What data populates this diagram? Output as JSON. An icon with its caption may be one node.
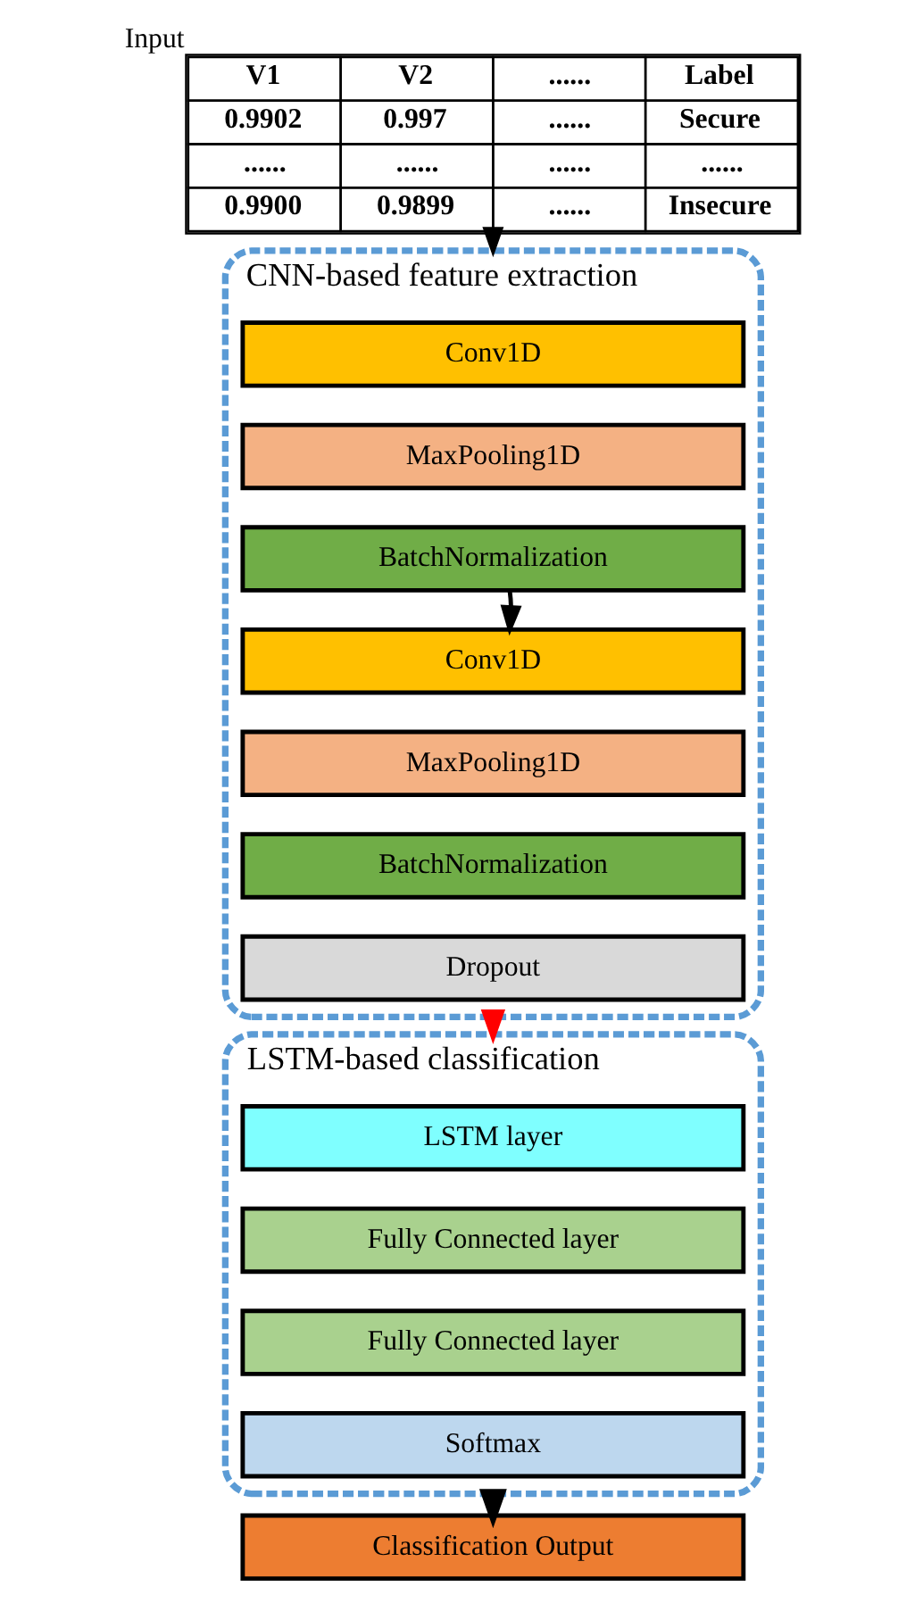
{
  "diagram": {
    "nodes": [
      {
        "text": [
          "V1",
          "V2",
          "......",
          "Label",
          "0.9902",
          "0.997",
          "......",
          "Secure",
          "......",
          "......",
          "......",
          "......",
          "0.9900",
          "0.9899",
          "......",
          "Insecure"
        ],
        "beside": [
          "Input"
        ]
      },
      {
        "text": [
          "CNN-based feature extraction"
        ]
      },
      {
        "text": [
          "Conv1D"
        ],
        "in": 1
      },
      {
        "text": [
          "MaxPooling1D"
        ],
        "in": 1
      },
      {
        "text": [
          "BatchNormalization"
        ],
        "in": 1
      },
      {
        "text": [
          "Conv1D"
        ],
        "in": 1
      },
      {
        "text": [
          "MaxPooling1D"
        ],
        "in": 1
      },
      {
        "text": [
          "BatchNormalization"
        ],
        "in": 1
      },
      {
        "text": [
          "Dropout"
        ],
        "in": 1
      },
      {
        "text": [
          "LSTM-based classification"
        ]
      },
      {
        "text": [
          "LSTM layer"
        ],
        "in": 9
      },
      {
        "text": [
          "Fully Connected layer"
        ],
        "in": 9
      },
      {
        "text": [
          "Fully Connected layer"
        ],
        "in": 9
      },
      {
        "text": [
          "Softmax"
        ],
        "in": 9
      },
      {
        "text": [
          "Classification Output"
        ]
      }
    ],
    "edges": [
      {
        "from": 0,
        "to": 1,
        "arrow": "to"
      },
      {
        "from": 4,
        "to": 5,
        "arrow": "to"
      },
      {
        "from": 1,
        "to": 9,
        "arrow": "to",
        "style": "dashed",
        "color": "#ff0000"
      },
      {
        "from": 9,
        "to": 14,
        "arrow": "to",
        "style": "thick"
      }
    ]
  }
}
